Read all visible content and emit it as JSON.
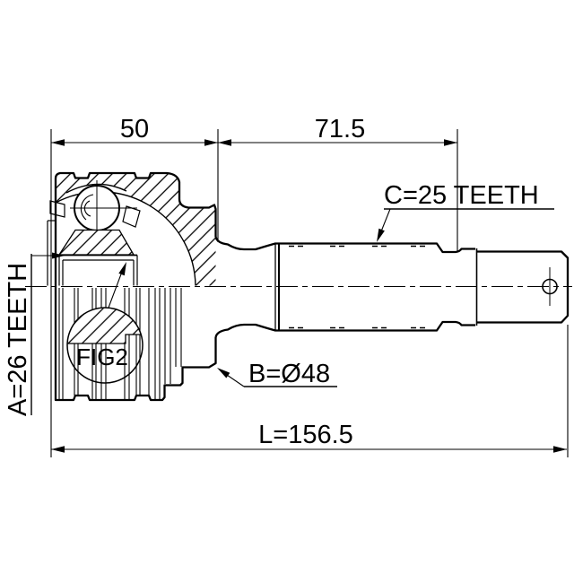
{
  "drawing": {
    "dim_top_left": "50",
    "dim_top_right": "71.5",
    "dim_length": "L=156.5",
    "label_shaft_spline": "C=25 TEETH",
    "label_bore_spline": "A=26 TEETH",
    "label_flange_diameter": "B=Ø48",
    "figure_callout": "FIG2",
    "colors": {
      "line": "#000000",
      "background": "#ffffff"
    }
  }
}
